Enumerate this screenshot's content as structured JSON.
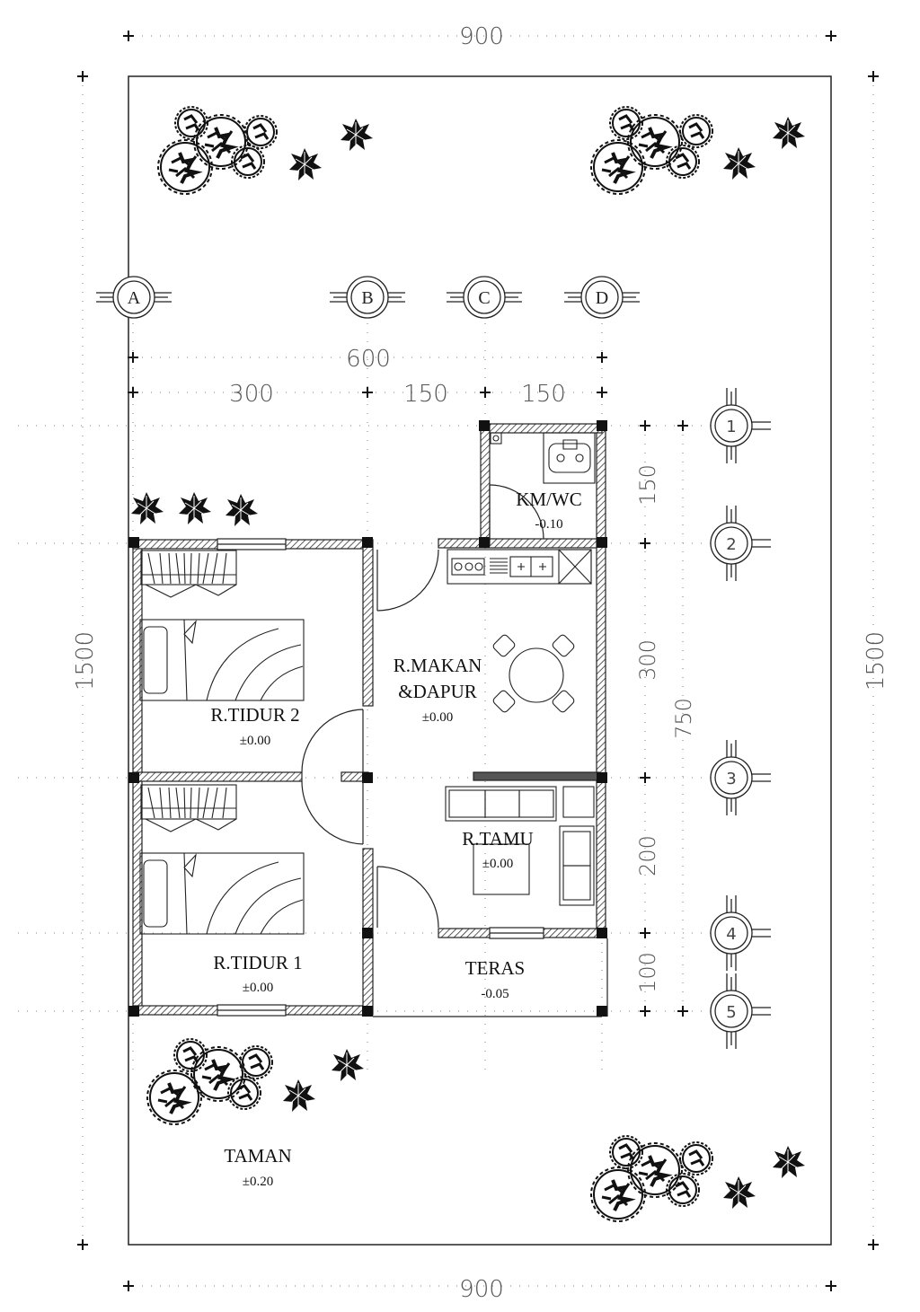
{
  "dimensions": {
    "top_total": "900",
    "bottom_total": "900",
    "left_total": "1500",
    "right_total": "1500",
    "inner_total": "600",
    "seg_ab": "300",
    "seg_bc": "150",
    "seg_cd": "150",
    "seg_12": "150",
    "seg_23": "300",
    "seg_35": "750",
    "seg_34": "200",
    "seg_45": "100"
  },
  "grid_axes": {
    "letters": [
      "A",
      "B",
      "C",
      "D"
    ],
    "numbers": [
      "1",
      "2",
      "3",
      "4",
      "5"
    ]
  },
  "rooms": {
    "kmwc": {
      "name": "KM/WC",
      "level": "-0.10"
    },
    "makan": {
      "name_line1": "R.MAKAN",
      "name_line2": "&DAPUR",
      "level": "±0.00"
    },
    "tidur2": {
      "name": "R.TIDUR 2",
      "level": "±0.00"
    },
    "tidur1": {
      "name": "R.TIDUR 1",
      "level": "±0.00"
    },
    "tamu": {
      "name": "R.TAMU",
      "level": "±0.00"
    },
    "teras": {
      "name": "TERAS",
      "level": "-0.05"
    },
    "taman": {
      "name": "TAMAN",
      "level": "±0.20"
    }
  }
}
